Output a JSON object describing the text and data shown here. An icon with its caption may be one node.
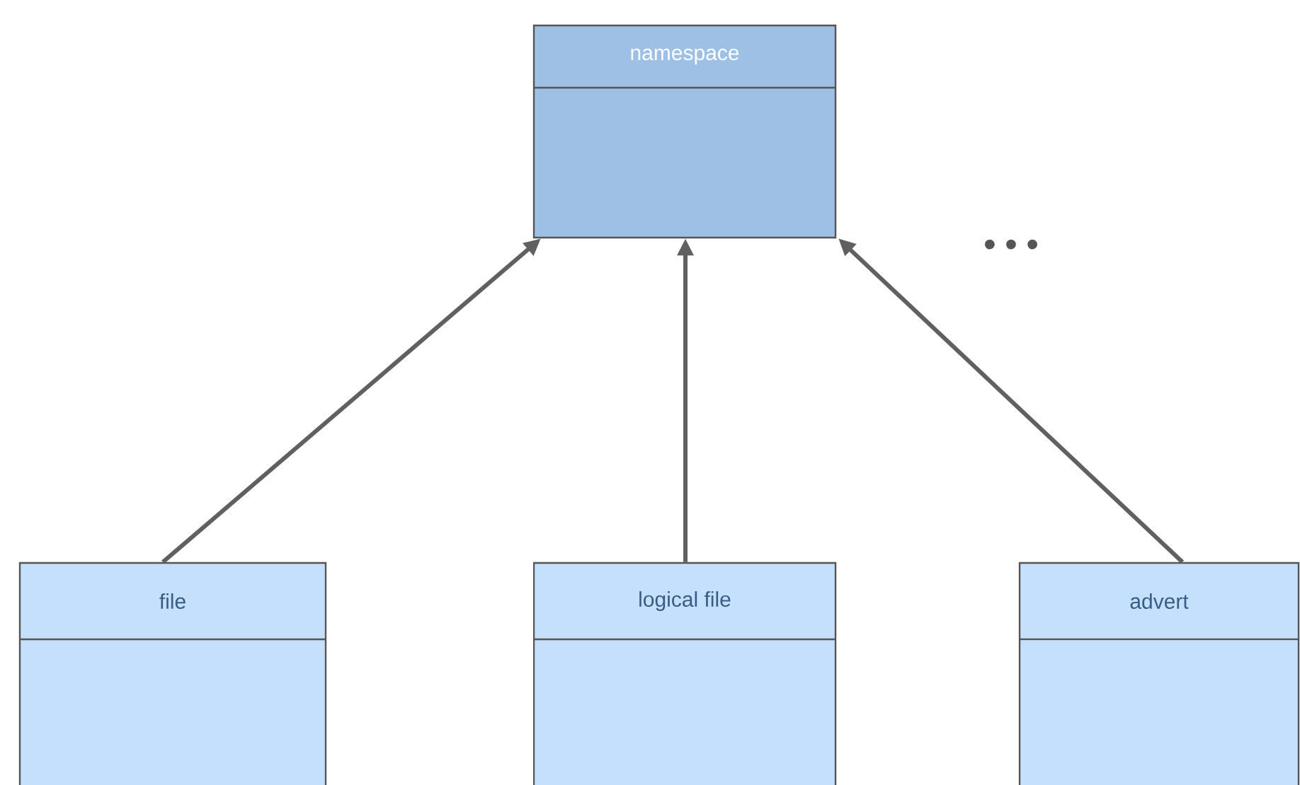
{
  "diagram": {
    "nodes": [
      {
        "text": [
          "namespace"
        ]
      },
      {
        "text": [
          "file"
        ]
      },
      {
        "text": [
          "logical file"
        ]
      },
      {
        "text": [
          "advert"
        ]
      }
    ],
    "edges": [
      {
        "from": 1,
        "to": 0,
        "arrow": "to"
      },
      {
        "from": 2,
        "to": 0,
        "arrow": "to"
      },
      {
        "from": 3,
        "to": 0,
        "arrow": "to"
      }
    ],
    "labels": [
      "• • •"
    ]
  }
}
